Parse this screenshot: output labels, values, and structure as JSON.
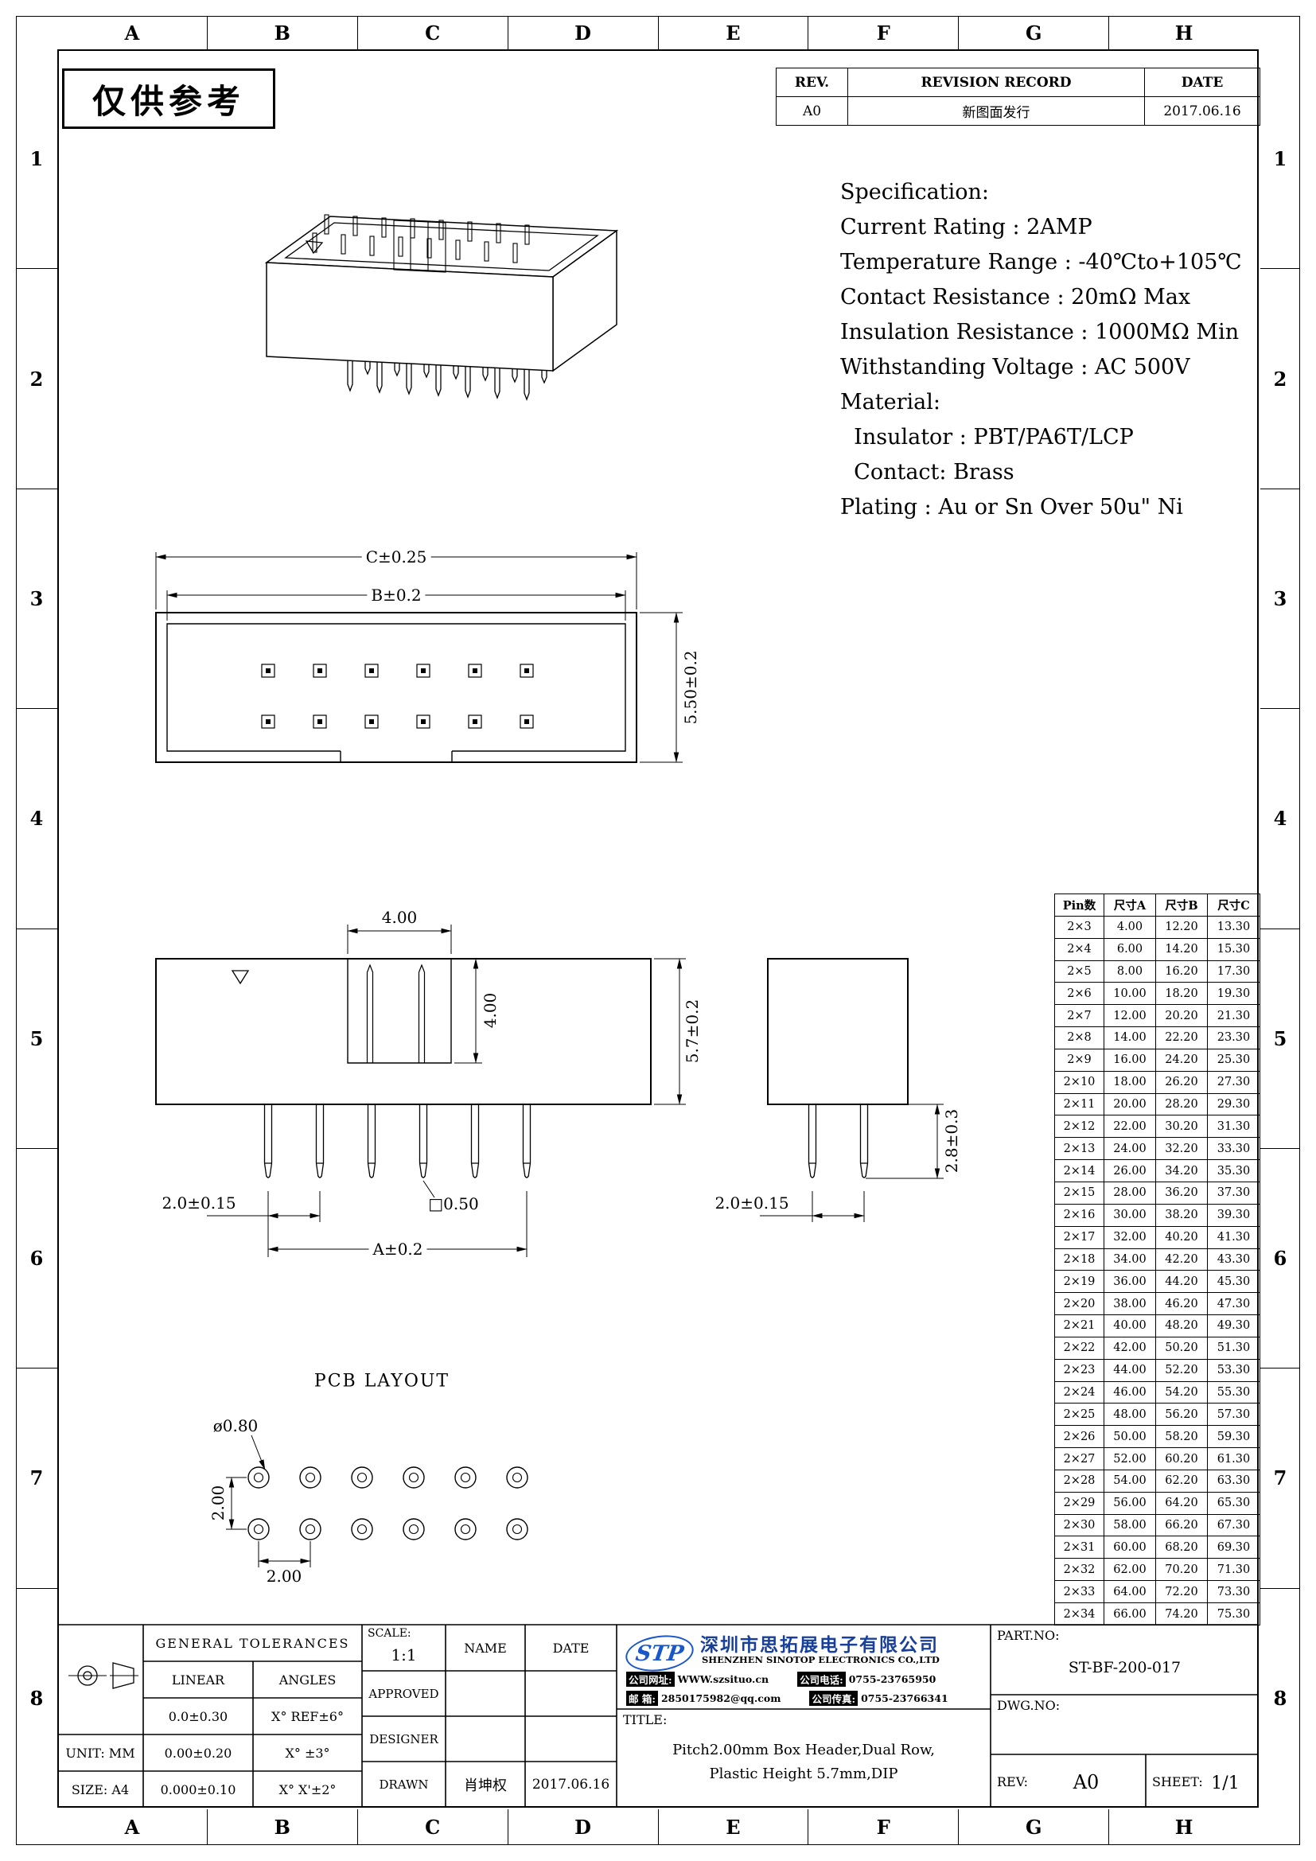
{
  "sheet": {
    "watermark": "仅供参考",
    "grid_letters": [
      "A",
      "B",
      "C",
      "D",
      "E",
      "F",
      "G",
      "H"
    ],
    "grid_numbers": [
      "1",
      "2",
      "3",
      "4",
      "5",
      "6",
      "7",
      "8"
    ]
  },
  "revision": {
    "headers": [
      "REV.",
      "REVISION RECORD",
      "DATE"
    ],
    "rows": [
      [
        "A0",
        "新图面发行",
        "2017.06.16"
      ]
    ]
  },
  "spec": {
    "lines": [
      "Specification:",
      "Current Rating : 2AMP",
      "Temperature Range : -40℃to+105℃",
      "Contact Resistance : 20mΩ Max",
      "Insulation Resistance : 1000MΩ Min",
      "Withstanding Voltage : AC 500V",
      "Material:",
      "  Insulator : PBT/PA6T/LCP",
      "  Contact: Brass",
      "Plating : Au or Sn Over 50u\" Ni"
    ]
  },
  "dims": {
    "top_view": {
      "c": "C±0.25",
      "b": "B±0.2",
      "h": "5.50±0.2"
    },
    "side_view": {
      "slot_w": "4.00",
      "slot_d": "4.00",
      "h": "5.7±0.2",
      "pitch": "2.0±0.15",
      "pin_sq": "□0.50",
      "a": "A±0.2"
    },
    "end_view": {
      "pitch": "2.0±0.15",
      "pin_len": "2.8±0.3"
    },
    "pcb": {
      "title": "PCB LAYOUT",
      "hole": "ø0.80",
      "pitch_v": "2.00",
      "pitch_h": "2.00"
    }
  },
  "pin_table": {
    "headers": [
      "Pin数",
      "尺寸A",
      "尺寸B",
      "尺寸C"
    ],
    "rows": [
      [
        "2×3",
        "4.00",
        "12.20",
        "13.30"
      ],
      [
        "2×4",
        "6.00",
        "14.20",
        "15.30"
      ],
      [
        "2×5",
        "8.00",
        "16.20",
        "17.30"
      ],
      [
        "2×6",
        "10.00",
        "18.20",
        "19.30"
      ],
      [
        "2×7",
        "12.00",
        "20.20",
        "21.30"
      ],
      [
        "2×8",
        "14.00",
        "22.20",
        "23.30"
      ],
      [
        "2×9",
        "16.00",
        "24.20",
        "25.30"
      ],
      [
        "2×10",
        "18.00",
        "26.20",
        "27.30"
      ],
      [
        "2×11",
        "20.00",
        "28.20",
        "29.30"
      ],
      [
        "2×12",
        "22.00",
        "30.20",
        "31.30"
      ],
      [
        "2×13",
        "24.00",
        "32.20",
        "33.30"
      ],
      [
        "2×14",
        "26.00",
        "34.20",
        "35.30"
      ],
      [
        "2×15",
        "28.00",
        "36.20",
        "37.30"
      ],
      [
        "2×16",
        "30.00",
        "38.20",
        "39.30"
      ],
      [
        "2×17",
        "32.00",
        "40.20",
        "41.30"
      ],
      [
        "2×18",
        "34.00",
        "42.20",
        "43.30"
      ],
      [
        "2×19",
        "36.00",
        "44.20",
        "45.30"
      ],
      [
        "2×20",
        "38.00",
        "46.20",
        "47.30"
      ],
      [
        "2×21",
        "40.00",
        "48.20",
        "49.30"
      ],
      [
        "2×22",
        "42.00",
        "50.20",
        "51.30"
      ],
      [
        "2×23",
        "44.00",
        "52.20",
        "53.30"
      ],
      [
        "2×24",
        "46.00",
        "54.20",
        "55.30"
      ],
      [
        "2×25",
        "48.00",
        "56.20",
        "57.30"
      ],
      [
        "2×26",
        "50.00",
        "58.20",
        "59.30"
      ],
      [
        "2×27",
        "52.00",
        "60.20",
        "61.30"
      ],
      [
        "2×28",
        "54.00",
        "62.20",
        "63.30"
      ],
      [
        "2×29",
        "56.00",
        "64.20",
        "65.30"
      ],
      [
        "2×30",
        "58.00",
        "66.20",
        "67.30"
      ],
      [
        "2×31",
        "60.00",
        "68.20",
        "69.30"
      ],
      [
        "2×32",
        "62.00",
        "70.20",
        "71.30"
      ],
      [
        "2×33",
        "64.00",
        "72.20",
        "73.30"
      ],
      [
        "2×34",
        "66.00",
        "74.20",
        "75.30"
      ]
    ]
  },
  "title_block": {
    "tolerances": {
      "title": "GENERAL TOLERANCES",
      "col1": "LINEAR",
      "col2": "ANGLES",
      "rows": [
        [
          "0.0±0.30",
          "X° REF±6°"
        ],
        [
          "0.00±0.20",
          "X° ±3°"
        ],
        [
          "0.000±0.10",
          "X° X'±2°"
        ]
      ]
    },
    "unit_label": "UNIT: MM",
    "size_label": "SIZE: A4",
    "scale_label": "SCALE:",
    "scale_value": "1:1",
    "name_header": "NAME",
    "date_header": "DATE",
    "approved_label": "APPROVED",
    "designer_label": "DESIGNER",
    "drawn_label": "DRAWN",
    "drawn_name": "肖坤权",
    "drawn_date": "2017.06.16",
    "company": {
      "logo": "STP",
      "name_cn": "深圳市思拓展电子有限公司",
      "name_en": "SHENZHEN SINOTOP ELECTRONICS CO.,LTD",
      "web_label": "公司网址:",
      "web": "WWW.szsituo.cn",
      "tel_label": "公司电话:",
      "tel": "0755-23765950",
      "mail_label": "邮  箱:",
      "mail": "2850175982@qq.com",
      "fax_label": "公司传真:",
      "fax": "0755-23766341"
    },
    "title_label": "TITLE:",
    "title_line1": "Pitch2.00mm Box Header,Dual Row,",
    "title_line2": "Plastic Height 5.7mm,DIP",
    "partno_label": "PART.NO:",
    "partno": "ST-BF-200-017",
    "dwgno_label": "DWG.NO:",
    "rev_label": "REV:",
    "rev": "A0",
    "sheet_label": "SHEET:",
    "sheet": "1/1"
  }
}
